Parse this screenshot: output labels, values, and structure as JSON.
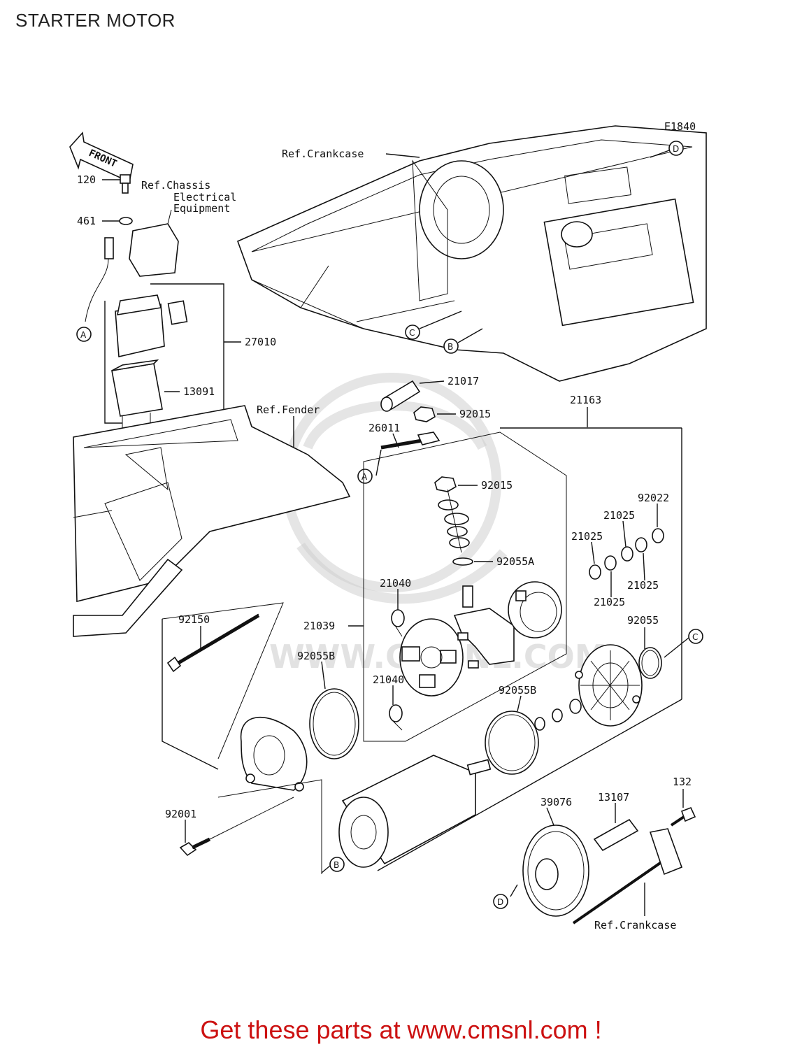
{
  "title": "STARTER MOTOR",
  "figure_code": "E1840",
  "front_label": "FRONT",
  "watermark_text": "WWW.CMSNL.COM",
  "refs": {
    "crankcase_top": "Ref.Crankcase",
    "chassis_1": "Ref.Chassis",
    "chassis_2": "Electrical",
    "chassis_3": "Equipment",
    "fender": "Ref.Fender",
    "crankcase_bottom": "Ref.Crankcase"
  },
  "parts": {
    "p120": "120",
    "p461": "461",
    "p27010": "27010",
    "p13091": "13091",
    "p21017": "21017",
    "p92015a": "92015",
    "p26011": "26011",
    "p92015b": "92015",
    "p21163": "21163",
    "p92022": "92022",
    "p21025a": "21025",
    "p21025b": "21025",
    "p21025c": "21025",
    "p21025d": "21025",
    "p92055a": "92055A",
    "p21040a": "21040",
    "p21039": "21039",
    "p21040b": "21040",
    "p92055": "92055",
    "p92150": "92150",
    "p92055b1": "92055B",
    "p92055b2": "92055B",
    "p132": "132",
    "p13107": "13107",
    "p39076": "39076",
    "p92001": "92001"
  },
  "callouts": {
    "A": "A",
    "B": "B",
    "C": "C",
    "D": "D"
  },
  "promo": {
    "prefix": "Get these parts at ",
    "link": "www.cmsnl.com",
    "suffix": " !"
  }
}
